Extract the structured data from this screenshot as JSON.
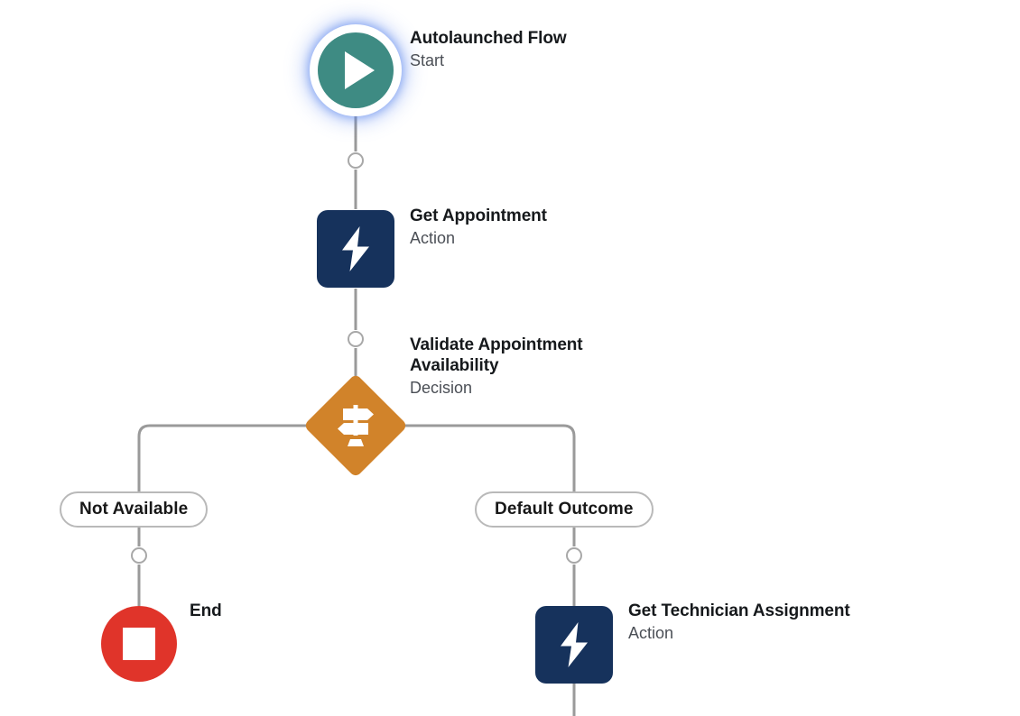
{
  "diagram": {
    "type": "salesforce-flow-builder-canvas",
    "background_color": "#ffffff",
    "connector_color": "#9a9a9a"
  },
  "nodes": {
    "start": {
      "title": "Autolaunched Flow",
      "subtitle": "Start",
      "icon": "play-icon",
      "color": "#3e8b83",
      "highlight_color": "#5a87f0"
    },
    "get_appointment": {
      "title": "Get Appointment",
      "subtitle": "Action",
      "icon": "lightning-bolt-icon",
      "color": "#16325c"
    },
    "validate_appointment": {
      "title": "Validate Appointment Availability",
      "subtitle": "Decision",
      "icon": "signpost-icon",
      "color": "#d1832a"
    },
    "end": {
      "title": "End",
      "subtitle": "",
      "icon": "stop-square-icon",
      "color": "#e0342a"
    },
    "get_technician": {
      "title": "Get Technician Assignment",
      "subtitle": "Action",
      "icon": "lightning-bolt-icon",
      "color": "#16325c"
    }
  },
  "branches": {
    "left": {
      "label": "Not Available"
    },
    "right": {
      "label": "Default Outcome"
    }
  },
  "connectors": [
    {
      "name": "start-to-get-appointment",
      "add_button": "add-element-icon"
    },
    {
      "name": "get-appointment-to-decision",
      "add_button": "add-element-icon"
    },
    {
      "name": "decision-to-not-available",
      "add_button": null
    },
    {
      "name": "decision-to-default-outcome",
      "add_button": null
    },
    {
      "name": "not-available-to-end",
      "add_button": "add-element-icon"
    },
    {
      "name": "default-outcome-to-get-technician",
      "add_button": "add-element-icon"
    },
    {
      "name": "get-technician-downstream",
      "add_button": null
    }
  ]
}
